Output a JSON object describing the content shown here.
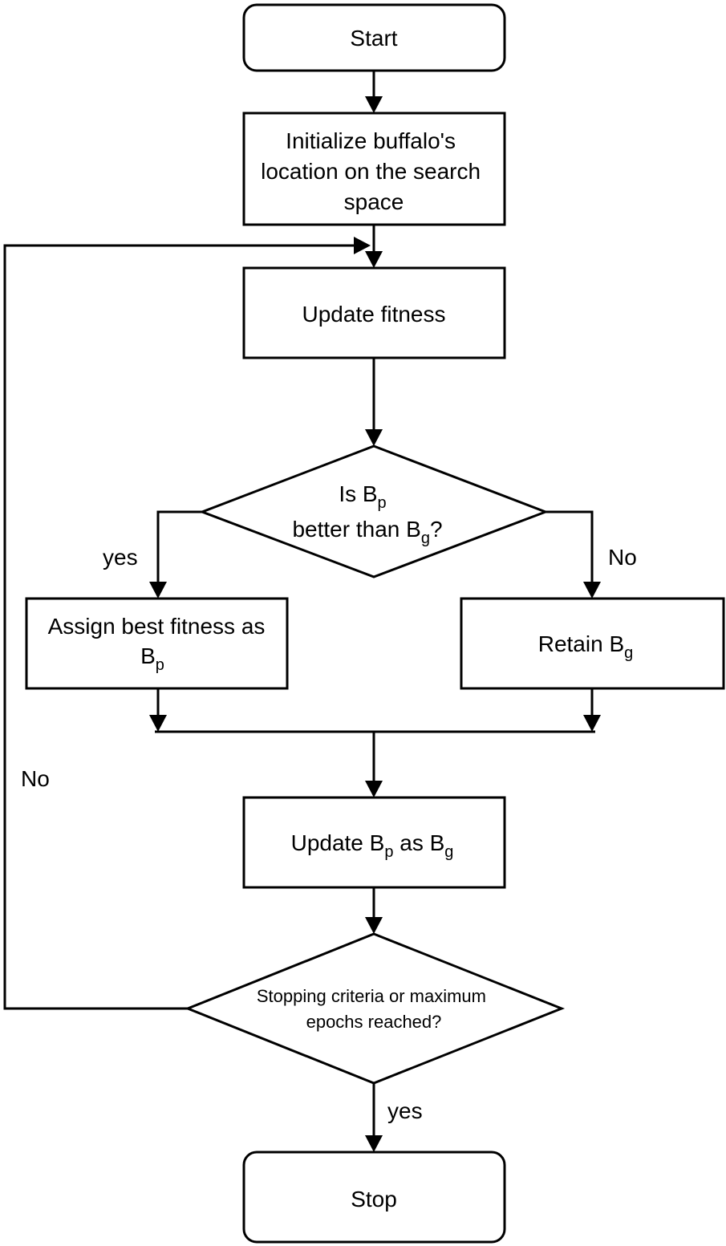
{
  "nodes": {
    "start": {
      "label": "Start"
    },
    "init": {
      "lines": [
        "Initialize buffalo's",
        "location on the search",
        "space"
      ]
    },
    "update_fitness": {
      "label": "Update fitness"
    },
    "decision_better": {
      "line1_prefix": "Is B",
      "line1_sub": "p",
      "line2_prefix": "better than B",
      "line2_sub": "g",
      "line2_suffix": "?"
    },
    "assign": {
      "line1": "Assign best fitness as",
      "line2_prefix": "B",
      "line2_sub": "p"
    },
    "retain": {
      "prefix": "Retain B",
      "sub": "g"
    },
    "update_bp": {
      "prefix": "Update B",
      "sub1": "p",
      "middle": " as B",
      "sub2": "g"
    },
    "decision_stop": {
      "lines": [
        "Stopping criteria or maximum",
        "epochs reached?"
      ]
    },
    "stop": {
      "label": "Stop"
    }
  },
  "edge_labels": {
    "yes_left": "yes",
    "no_right": "No",
    "no_loop": "No",
    "yes_bottom": "yes"
  },
  "colors": {
    "stroke": "#000000",
    "fill": "#ffffff",
    "text": "#000000"
  }
}
